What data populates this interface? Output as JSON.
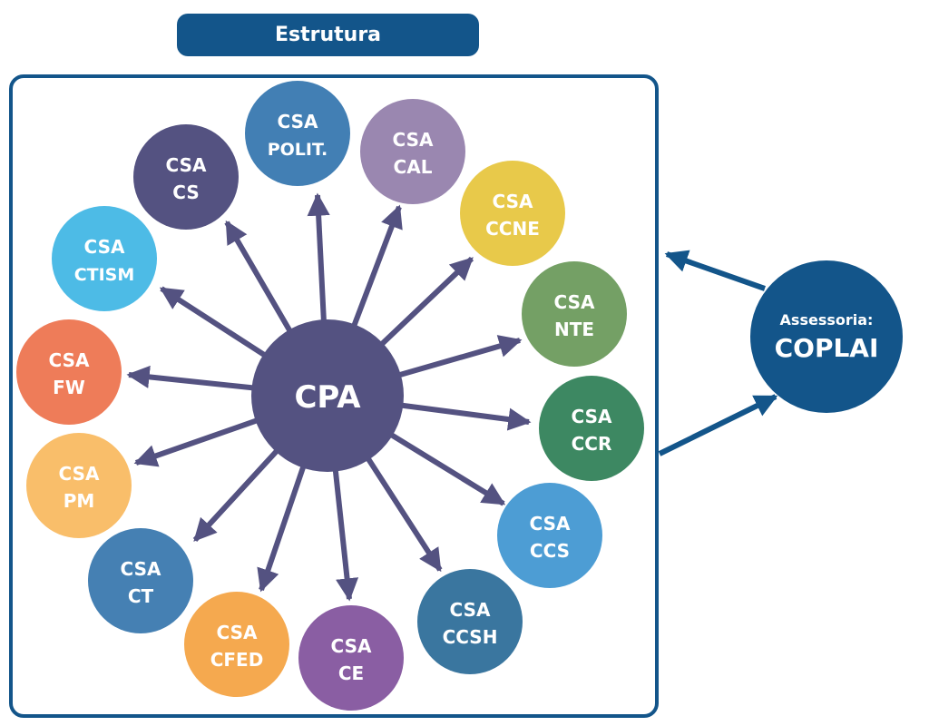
{
  "title": "Estrutura",
  "colors": {
    "frame": "#13558a",
    "arrow_inner": "#545281",
    "arrow_outer": "#13558a"
  },
  "center": {
    "label": "CPA",
    "color": "#545281"
  },
  "advisor": {
    "line1": "Assessoria:",
    "line2": "COPLAI",
    "color": "#13558a"
  },
  "nodes": [
    {
      "line1": "CSA",
      "line2": "CS",
      "color": "#545281"
    },
    {
      "line1": "CSA",
      "line2": "POLIT.",
      "color": "#427fb4"
    },
    {
      "line1": "CSA",
      "line2": "CAL",
      "color": "#9a87b0"
    },
    {
      "line1": "CSA",
      "line2": "CCNE",
      "color": "#e8c94a"
    },
    {
      "line1": "CSA",
      "line2": "NTE",
      "color": "#74a065"
    },
    {
      "line1": "CSA",
      "line2": "CCR",
      "color": "#3d8862"
    },
    {
      "line1": "CSA",
      "line2": "CCS",
      "color": "#4d9dd4"
    },
    {
      "line1": "CSA",
      "line2": "CCSH",
      "color": "#3a769f"
    },
    {
      "line1": "CSA",
      "line2": "CE",
      "color": "#8a5ea3"
    },
    {
      "line1": "CSA",
      "line2": "CFED",
      "color": "#f5a94f"
    },
    {
      "line1": "CSA",
      "line2": "CT",
      "color": "#4580b3"
    },
    {
      "line1": "CSA",
      "line2": "PM",
      "color": "#f9be6a"
    },
    {
      "line1": "CSA",
      "line2": "FW",
      "color": "#ee7c59"
    },
    {
      "line1": "CSA",
      "line2": "CTISM",
      "color": "#4dbbe6"
    }
  ]
}
